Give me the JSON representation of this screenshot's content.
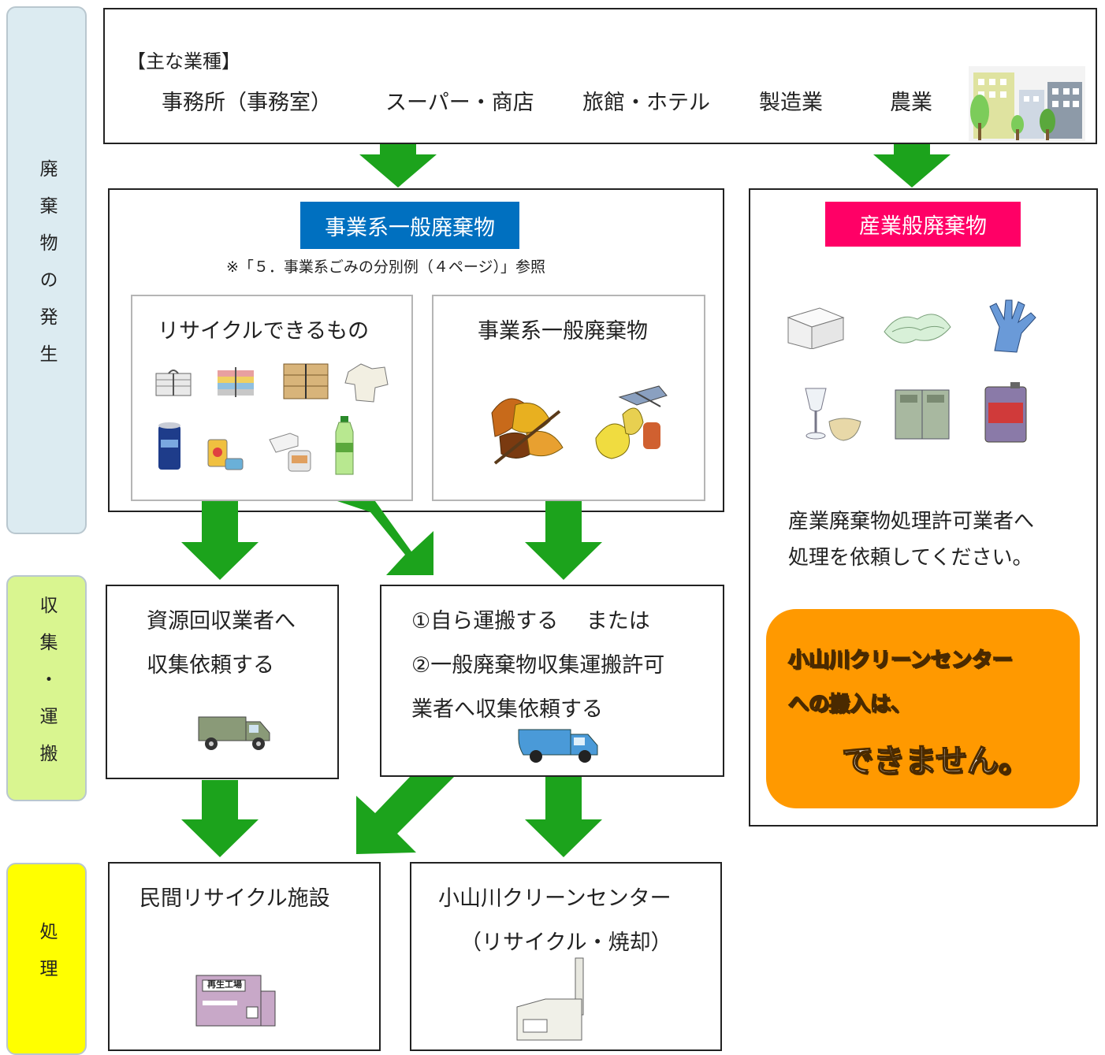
{
  "stages": [
    {
      "label": "廃棄物の発生",
      "color": "#dcebf1"
    },
    {
      "label": "収集・運搬",
      "color": "#d9f590"
    },
    {
      "label": "処理",
      "color": "#ffff00"
    }
  ],
  "industries": {
    "heading": "【主な業種】",
    "items": [
      "事務所（事務室）",
      "スーパー・商店",
      "旅館・ホテル",
      "製造業",
      "農業"
    ]
  },
  "business_waste": {
    "badge": "事業系一般廃棄物",
    "badge_color": "#0070c0",
    "note": "※「５．事業系ごみの分別例（４ページ）」参照",
    "recyclable_title": "リサイクルできるもの",
    "general_title": "事業系一般廃棄物"
  },
  "industrial_waste": {
    "badge": "産業般廃棄物",
    "badge_color": "#ff0066",
    "instruction_line1": "産業廃棄物処理許可業者へ",
    "instruction_line2": "処理を依頼してください。",
    "warning_line1": "小山川クリーンセンター",
    "warning_line2": "への搬入は、",
    "warning_line3": "できません。",
    "warning_color": "#ff9900"
  },
  "collection": {
    "recycler_line1": "資源回収業者へ",
    "recycler_line2": "収集依頼する",
    "self_line1": "①自ら運搬する　 または",
    "self_line2": "②一般廃棄物収集運搬許可",
    "self_line3": "業者へ収集依頼する"
  },
  "processing": {
    "private_title": "民間リサイクル施設",
    "plant_sign": "再生工場",
    "center_title": "小山川クリーンセンター",
    "center_subtitle": "（リサイクル・焼却）"
  },
  "arrow_color": "#1ca31c",
  "icons": [
    "buildings-icon",
    "newspaper-bundle-icon",
    "magazine-bundle-icon",
    "cardboard-bundle-icon",
    "cloth-icon",
    "can-icon",
    "food-cans-icon",
    "glass-bottle-icon",
    "pet-bottle-icon",
    "leaves-icon",
    "food-scraps-icon",
    "styrofoam-box-icon",
    "plastic-film-icon",
    "rubber-glove-icon",
    "broken-glass-icon",
    "metal-locker-icon",
    "oil-can-icon",
    "truck-icon",
    "garbage-truck-icon",
    "recycling-plant-icon",
    "incinerator-icon"
  ]
}
